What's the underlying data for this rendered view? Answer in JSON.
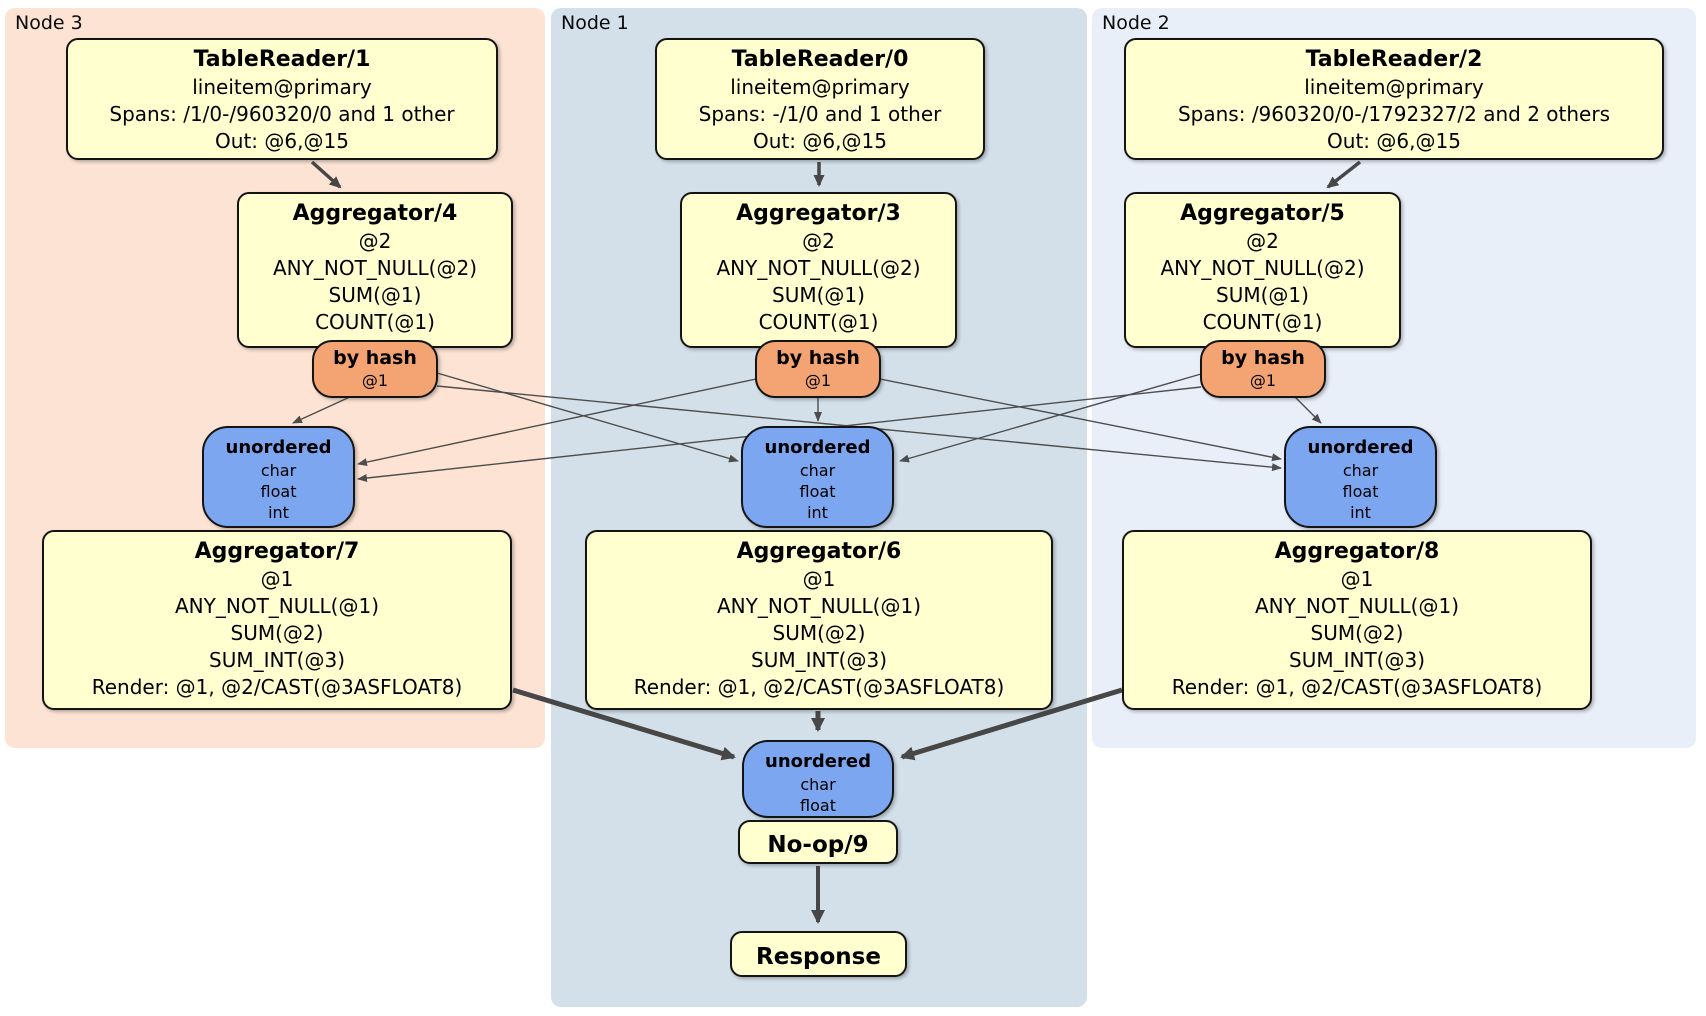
{
  "colors": {
    "page_bg": "#ffffff",
    "region_node3": "#fde3d3",
    "region_node1": "#d3e0ea",
    "region_node2": "#e9eff9",
    "operator_fill": "#ffffd0",
    "router_fill": "#f4a373",
    "sync_fill": "#7da6f0",
    "edge_color": "#4d4d4d"
  },
  "regions": {
    "node3": {
      "label": "Node 3"
    },
    "node1": {
      "label": "Node 1"
    },
    "node2": {
      "label": "Node 2"
    }
  },
  "nodes": {
    "tr1": {
      "title": "TableReader/1",
      "lines": [
        "lineitem@primary",
        "Spans: /1/0-/960320/0 and 1 other",
        "Out: @6,@15"
      ]
    },
    "tr0": {
      "title": "TableReader/0",
      "lines": [
        "lineitem@primary",
        "Spans: -/1/0 and 1 other",
        "Out: @6,@15"
      ]
    },
    "tr2": {
      "title": "TableReader/2",
      "lines": [
        "lineitem@primary",
        "Spans: /960320/0-/1792327/2 and 2 others",
        "Out: @6,@15"
      ]
    },
    "agg4": {
      "title": "Aggregator/4",
      "lines": [
        "@2",
        "ANY_NOT_NULL(@2)",
        "SUM(@1)",
        "COUNT(@1)"
      ]
    },
    "agg3": {
      "title": "Aggregator/3",
      "lines": [
        "@2",
        "ANY_NOT_NULL(@2)",
        "SUM(@1)",
        "COUNT(@1)"
      ]
    },
    "agg5": {
      "title": "Aggregator/5",
      "lines": [
        "@2",
        "ANY_NOT_NULL(@2)",
        "SUM(@1)",
        "COUNT(@1)"
      ]
    },
    "router3": {
      "title": "by hash",
      "lines": [
        "@1"
      ]
    },
    "router1": {
      "title": "by hash",
      "lines": [
        "@1"
      ]
    },
    "router2": {
      "title": "by hash",
      "lines": [
        "@1"
      ]
    },
    "sync3": {
      "title": "unordered",
      "lines": [
        "char",
        "float",
        "int"
      ]
    },
    "sync1": {
      "title": "unordered",
      "lines": [
        "char",
        "float",
        "int"
      ]
    },
    "sync2": {
      "title": "unordered",
      "lines": [
        "char",
        "float",
        "int"
      ]
    },
    "agg7": {
      "title": "Aggregator/7",
      "lines": [
        "@1",
        "ANY_NOT_NULL(@1)",
        "SUM(@2)",
        "SUM_INT(@3)",
        "Render: @1, @2/CAST(@3ASFLOAT8)"
      ]
    },
    "agg6": {
      "title": "Aggregator/6",
      "lines": [
        "@1",
        "ANY_NOT_NULL(@1)",
        "SUM(@2)",
        "SUM_INT(@3)",
        "Render: @1, @2/CAST(@3ASFLOAT8)"
      ]
    },
    "agg8": {
      "title": "Aggregator/8",
      "lines": [
        "@1",
        "ANY_NOT_NULL(@1)",
        "SUM(@2)",
        "SUM_INT(@3)",
        "Render: @1, @2/CAST(@3ASFLOAT8)"
      ]
    },
    "syncFinal": {
      "title": "unordered",
      "lines": [
        "char",
        "float"
      ]
    },
    "noop": {
      "title": "No-op/9"
    },
    "response": {
      "title": "Response"
    }
  }
}
